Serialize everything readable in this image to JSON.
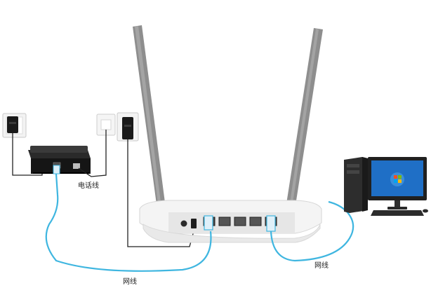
{
  "labels": {
    "phone_line": "电话线",
    "network_cable_left": "网线",
    "network_cable_right": "网线"
  },
  "colors": {
    "cable_blue": "#3fb6e0",
    "wire_black": "#222222",
    "antenna_gray": "#8e8e8e",
    "router_white": "#f4f4f4",
    "modem_black": "#151515",
    "screen_blue": "#1f6fc6"
  },
  "icons": {
    "modem": "adsl-modem-icon",
    "router": "wireless-router-icon",
    "computer": "desktop-computer-icon",
    "power_adapter": "power-adapter-icon",
    "wall_outlet": "wall-outlet-icon",
    "phone_jack": "phone-jack-icon"
  }
}
